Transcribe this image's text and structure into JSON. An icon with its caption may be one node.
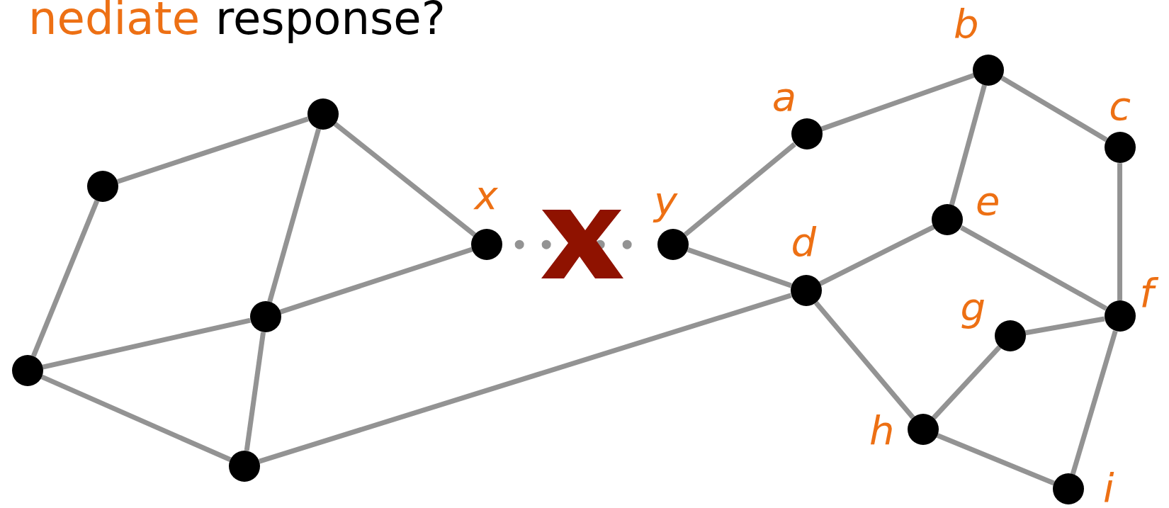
{
  "diagram": {
    "nodes": [
      {
        "text": [],
        "shape": "circle"
      },
      {
        "text": [],
        "shape": "circle"
      },
      {
        "text": [],
        "shape": "circle"
      },
      {
        "text": [],
        "shape": "circle"
      },
      {
        "text": [],
        "shape": "circle"
      },
      {
        "text": [],
        "shape": "circle",
        "beside": [
          "x"
        ]
      },
      {
        "text": [],
        "shape": "circle",
        "beside": [
          "y"
        ]
      },
      {
        "text": [],
        "shape": "circle",
        "beside": [
          "a"
        ]
      },
      {
        "text": [],
        "shape": "circle",
        "beside": [
          "b"
        ]
      },
      {
        "text": [],
        "shape": "circle",
        "beside": [
          "c"
        ]
      },
      {
        "text": [],
        "shape": "circle",
        "beside": [
          "e"
        ]
      },
      {
        "text": [],
        "shape": "circle",
        "beside": [
          "d"
        ]
      },
      {
        "text": [],
        "shape": "circle",
        "beside": [
          "f"
        ]
      },
      {
        "text": [],
        "shape": "circle",
        "beside": [
          "g"
        ]
      },
      {
        "text": [],
        "shape": "circle",
        "beside": [
          "h"
        ]
      },
      {
        "text": [],
        "shape": "circle",
        "beside": [
          "i"
        ]
      }
    ],
    "edges": [
      {
        "from": 1,
        "to": 0,
        "arrow": "none"
      },
      {
        "from": 1,
        "to": 2,
        "arrow": "none"
      },
      {
        "from": 0,
        "to": 3,
        "arrow": "none"
      },
      {
        "from": 0,
        "to": 5,
        "arrow": "none"
      },
      {
        "from": 2,
        "to": 3,
        "arrow": "none"
      },
      {
        "from": 2,
        "to": 4,
        "arrow": "none"
      },
      {
        "from": 3,
        "to": 5,
        "arrow": "none"
      },
      {
        "from": 3,
        "to": 4,
        "arrow": "none"
      },
      {
        "from": 4,
        "to": 11,
        "arrow": "none"
      },
      {
        "from": 5,
        "to": 6,
        "arrow": "none",
        "style": "dashed"
      },
      {
        "from": 6,
        "to": 7,
        "arrow": "none"
      },
      {
        "from": 6,
        "to": 11,
        "arrow": "none"
      },
      {
        "from": 7,
        "to": 8,
        "arrow": "none"
      },
      {
        "from": 8,
        "to": 9,
        "arrow": "none"
      },
      {
        "from": 8,
        "to": 10,
        "arrow": "none"
      },
      {
        "from": 9,
        "to": 12,
        "arrow": "none"
      },
      {
        "from": 10,
        "to": 11,
        "arrow": "none"
      },
      {
        "from": 10,
        "to": 12,
        "arrow": "none"
      },
      {
        "from": 11,
        "to": 14,
        "arrow": "none"
      },
      {
        "from": 13,
        "to": 12,
        "arrow": "none"
      },
      {
        "from": 13,
        "to": 14,
        "arrow": "none"
      },
      {
        "from": 14,
        "to": 15,
        "arrow": "none"
      },
      {
        "from": 15,
        "to": 12,
        "arrow": "none"
      }
    ],
    "labels": [
      "nediate",
      "response?"
    ]
  }
}
